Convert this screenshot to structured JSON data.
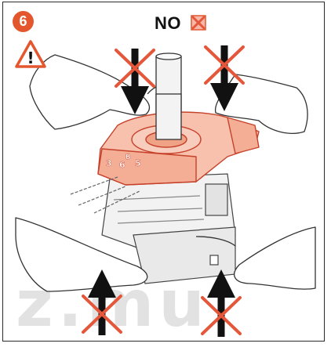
{
  "step": {
    "number": "6"
  },
  "warning": {
    "icon": "warning-triangle-icon",
    "color": "#e4572e",
    "symbol": "!"
  },
  "header": {
    "no_label": "NO",
    "cross_icon": "red-cross-icon"
  },
  "colors": {
    "accent": "#e4572e",
    "part_fill": "#f7c1ad",
    "part_stroke": "#c6412a",
    "line": "#333333",
    "watermark": "#cfcfcf"
  },
  "watermark": {
    "text": "z.mu"
  },
  "part_labels": [
    "3",
    "6",
    "5",
    "B"
  ]
}
